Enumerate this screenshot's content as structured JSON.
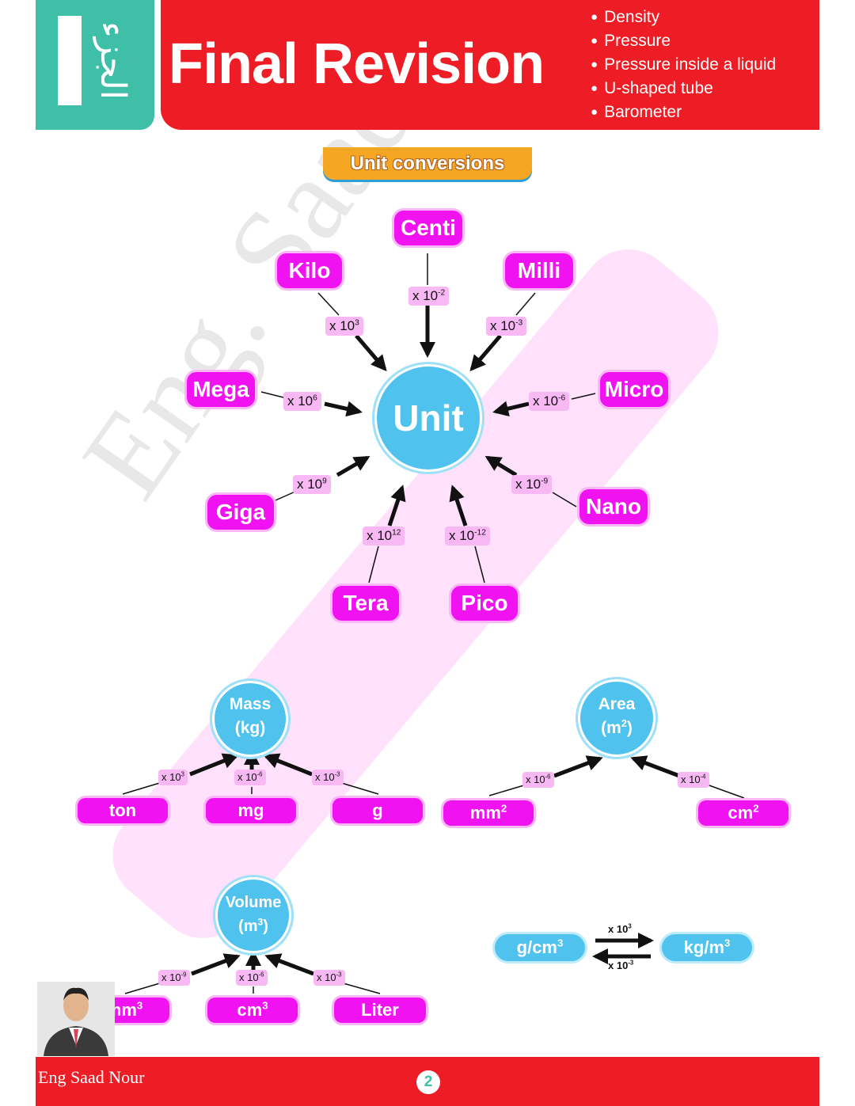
{
  "header": {
    "section_label": "الجزء",
    "title": "Final Revision",
    "topics": [
      "Density",
      "Pressure",
      "Pressure inside a liquid",
      "U-shaped tube",
      "Barometer"
    ]
  },
  "subtitle": "Unit conversions",
  "prefix_diagram": {
    "center": "Unit",
    "prefixes": [
      {
        "name": "Centi",
        "factor": "x 10",
        "exp": "-2"
      },
      {
        "name": "Kilo",
        "factor": "x 10",
        "exp": "3"
      },
      {
        "name": "Milli",
        "factor": "x 10",
        "exp": "-3"
      },
      {
        "name": "Mega",
        "factor": "x 10",
        "exp": "6"
      },
      {
        "name": "Micro",
        "factor": "x 10",
        "exp": "-6"
      },
      {
        "name": "Giga",
        "factor": "x 10",
        "exp": "9"
      },
      {
        "name": "Nano",
        "factor": "x 10",
        "exp": "-9"
      },
      {
        "name": "Tera",
        "factor": "x 10",
        "exp": "12"
      },
      {
        "name": "Pico",
        "factor": "x 10",
        "exp": "-12"
      }
    ]
  },
  "mass": {
    "center_line1": "Mass",
    "center_line2": "(kg)",
    "items": [
      {
        "name": "ton",
        "factor": "x 10",
        "exp": "3"
      },
      {
        "name": "mg",
        "factor": "x 10",
        "exp": "-6"
      },
      {
        "name": "g",
        "factor": "x 10",
        "exp": "-3"
      }
    ]
  },
  "area": {
    "center_line1": "Area",
    "center_line2": "(m",
    "center_exp": "2",
    "center_close": ")",
    "items": [
      {
        "name": "mm",
        "name_exp": "2",
        "factor": "x 10",
        "exp": "-6"
      },
      {
        "name": "cm",
        "name_exp": "2",
        "factor": "x 10",
        "exp": "-4"
      }
    ]
  },
  "volume": {
    "center_line1": "Volume",
    "center_line2": "(m",
    "center_exp": "3",
    "center_close": ")",
    "items": [
      {
        "name": "mm",
        "name_exp": "3",
        "factor": "x 10",
        "exp": "-9"
      },
      {
        "name": "cm",
        "name_exp": "3",
        "factor": "x 10",
        "exp": "-6"
      },
      {
        "name": "Liter",
        "name_exp": "",
        "factor": "x 10",
        "exp": "-3"
      }
    ]
  },
  "density": {
    "left": "g/cm",
    "left_exp": "3",
    "right": "kg/m",
    "right_exp": "3",
    "forward": "x 10",
    "forward_exp": "3",
    "backward": "x 10",
    "backward_exp": "-3"
  },
  "watermark": "Eng. Saad Nour",
  "footer": {
    "author": "Eng Saad Nour",
    "page": "2"
  },
  "colors": {
    "red": "#ee1c24",
    "teal": "#3fbfa8",
    "magenta": "#f012f0",
    "blue": "#4fc3ee",
    "orange": "#f5a623"
  }
}
